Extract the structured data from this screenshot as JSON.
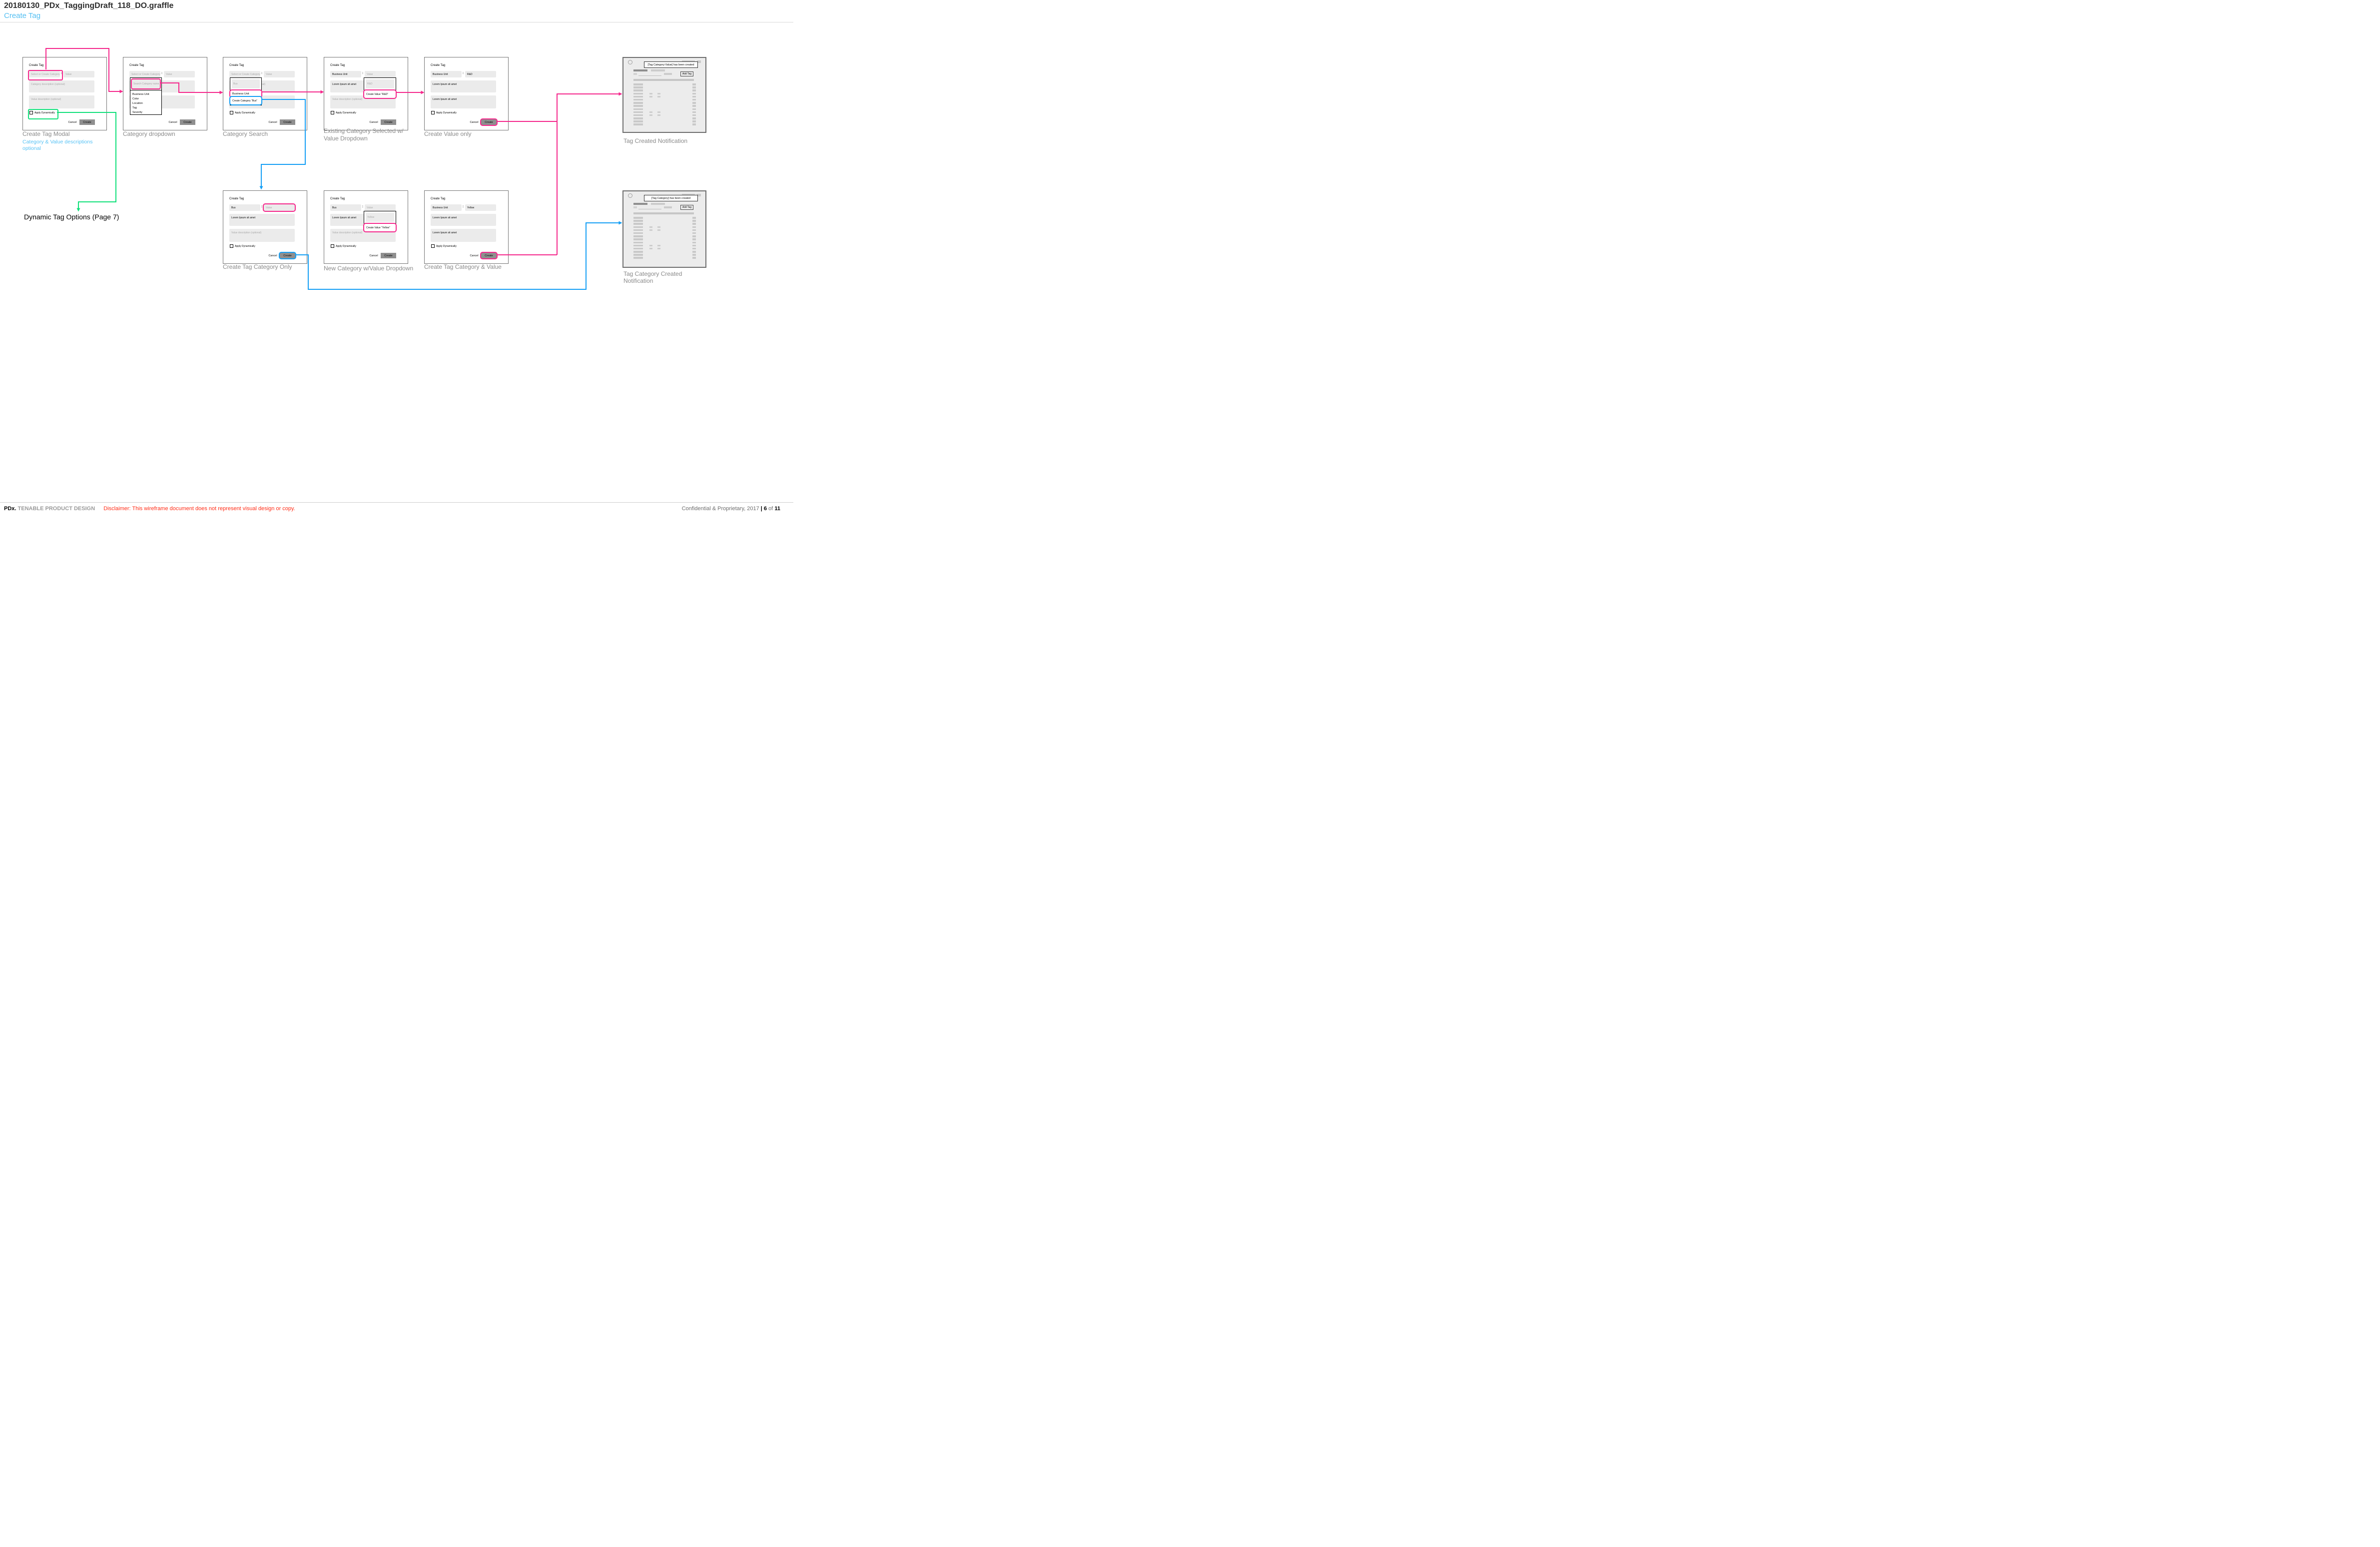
{
  "header": {
    "title": "20180130_PDx_TaggingDraft_118_DO.graffle",
    "subtitle": "Create Tag"
  },
  "colors": {
    "pink": "#f5288c",
    "blue": "#159ff5",
    "green": "#10e07a",
    "light_blue": "#59c3f5",
    "red": "#ff2d17",
    "label_gray": "#8a8a8a"
  },
  "common": {
    "modal_title": "Create Tag",
    "cancel": "Cancel",
    "create": "Create",
    "apply_dynamically": "Apply Dynamically",
    "colon": ":"
  },
  "modals": {
    "m1": {
      "category_placeholder": "Select or Create Category",
      "value_placeholder": "Value",
      "category_description_placeholder": "Category description (optional)",
      "value_description_placeholder": "Value description (optional)",
      "label": "Create Tag Modal",
      "note_line1": "Category & Value descriptions",
      "note_line2": "optional"
    },
    "m2": {
      "category_placeholder": "Select or Create Category",
      "value_placeholder": "Value",
      "search_placeholder": "Search Category name",
      "options": [
        "Business Unit",
        "Color",
        "Location",
        "Tag",
        "Severity"
      ],
      "label": "Category dropdown"
    },
    "m3": {
      "category_placeholder": "Select or Create Category",
      "value_placeholder": "Value",
      "search_text": "Bus",
      "category_description_placeholder": "Category description (optional)",
      "value_description_placeholder": "Value description (optional)",
      "existing_option": "Business Unit",
      "create_option": "Create Category “Bus”",
      "label": "Category Search"
    },
    "m4": {
      "category_value": "Business Unit",
      "value_placeholder": "Value",
      "category_description": "Lorem Ipsum sit amet",
      "value_search_text": "R&D",
      "create_option": "Create Value “R&D”",
      "value_description_placeholder": "Value description (optional)",
      "label_line1": "Existing Category Selected w/",
      "label_line2": "Value Dropdown"
    },
    "m5": {
      "category_value": "Business Unit",
      "value_value": "R&D",
      "category_description": "Lorem Ipsum sit amet",
      "value_description": "Lorem Ipsum sit amet",
      "label": "Create Value only"
    },
    "m6": {
      "category_value": "Bus",
      "value_placeholder": "Value",
      "category_description": "Lorem Ipsum sit amet",
      "value_description_placeholder": "Value description (optional)",
      "label": "Create Tag Category Only"
    },
    "m7": {
      "category_value": "Bus",
      "value_placeholder": "Value",
      "category_description": "Lorem Ipsum sit amet",
      "value_search_text": "Yellow",
      "create_option": "Create Value “Yellow”",
      "value_description_placeholder": "Value description (optional)",
      "label": "New Category w/Value Dropdown"
    },
    "m8": {
      "category_value": "Business Unit",
      "value_value": "Yellow",
      "category_description": "Lorem Ipsum sit amet",
      "value_description": "Lorem Ipsum sit amet",
      "label": "Create Tag Category & Value"
    }
  },
  "notifications": {
    "n1": {
      "toast": "[Tag Category:Value] has been created",
      "add_tag": "Add Tag",
      "label": "Tag Created Notification"
    },
    "n2": {
      "toast": "[Tag Category] has been created",
      "add_tag": "Add Tag",
      "label_line1": "Tag Category Created",
      "label_line2": "Notification"
    }
  },
  "annotations": {
    "dynamic_tag_options": "Dynamic Tag Options (Page 7)"
  },
  "footer": {
    "brand": "PDx.",
    "team": "TENABLE PRODUCT DESIGN",
    "disclaimer": "Disclaimer: This wireframe document does not represent visual design or copy.",
    "confidential": "Confidential & Proprietary, 2017",
    "separator": "|",
    "page_number": "6",
    "of_text": "of",
    "total_pages": "11"
  }
}
